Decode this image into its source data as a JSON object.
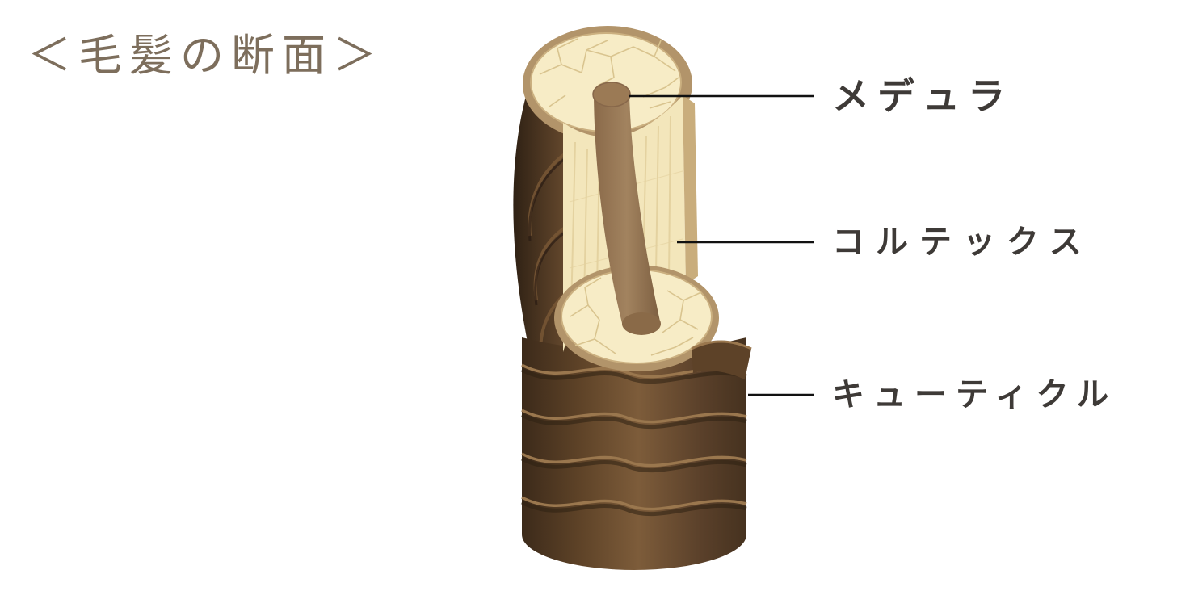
{
  "title": "＜毛髪の断面＞",
  "diagram": {
    "subject": "hair shaft cross-section",
    "labels": {
      "medulla": "メデュラ",
      "cortex": "コルテックス",
      "cuticle": "キューティクル"
    }
  },
  "colors": {
    "background": "#ffffff",
    "title_text": "#7d6e5c",
    "label_text": "#3e3a37",
    "leader_line": "#111111",
    "cuticle_brown_dark": "#3c2a1a",
    "cuticle_brown_mid": "#6b4e33",
    "cuticle_brown_light": "#8a6844",
    "cuticle_scale_highlight": "#9a774e",
    "cortex_cream": "#f7ecc6",
    "cortex_cell_line": "#d9c48f",
    "cortex_fiber_line": "#e4d2a0",
    "cut_rim_tan": "#b2946a",
    "cut_wall_tan": "#c9ad7c",
    "medulla_brown": "#9b7a55"
  }
}
